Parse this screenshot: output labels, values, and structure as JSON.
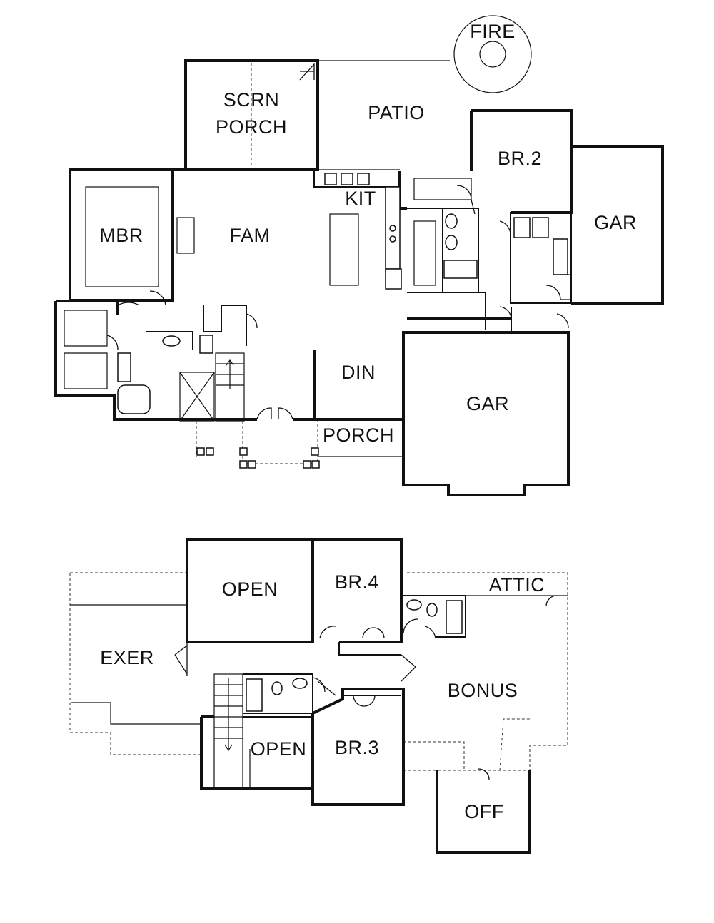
{
  "main_floor": {
    "rooms": {
      "fire": "FIRE",
      "scrn_porch_line1": "SCRN",
      "scrn_porch_line2": "PORCH",
      "patio": "PATIO",
      "br2": "BR.2",
      "kit": "KIT",
      "mbr": "MBR",
      "fam": "FAM",
      "gar_side": "GAR",
      "din": "DIN",
      "gar_front": "GAR",
      "porch": "PORCH"
    }
  },
  "upper_floor": {
    "rooms": {
      "open_top": "OPEN",
      "br4": "BR.4",
      "attic": "ATTIC",
      "exer": "EXER",
      "bonus": "BONUS",
      "open_bottom": "OPEN",
      "br3": "BR.3",
      "off": "OFF"
    }
  }
}
